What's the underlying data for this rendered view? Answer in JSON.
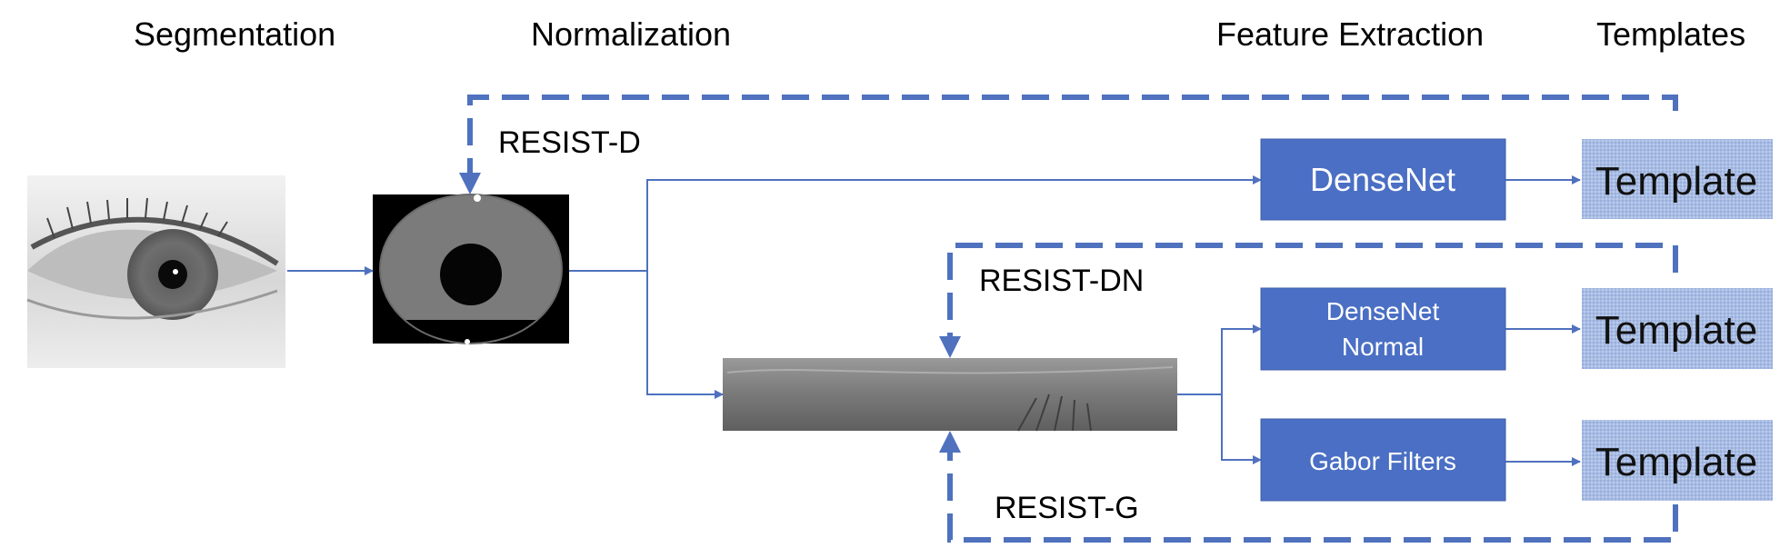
{
  "stages": {
    "segmentation": "Segmentation",
    "normalization": "Normalization",
    "feature_extraction": "Feature Extraction",
    "templates": "Templates"
  },
  "extractors": {
    "densenet": "DenseNet",
    "densenet_normal_line1": "DenseNet",
    "densenet_normal_line2": "Normal",
    "gabor": "Gabor Filters"
  },
  "templates": {
    "t1": "Template",
    "t2": "Template",
    "t3": "Template"
  },
  "feedback": {
    "resist_d": "RESIST-D",
    "resist_dn": "RESIST-DN",
    "resist_g": "RESIST-G"
  },
  "colors": {
    "accent": "#4f71be",
    "box_fill": "#4a6fc4",
    "template_fill": "#a9bde4",
    "line": "#4f71be"
  },
  "icons": {
    "eye_image": "eye-photo-icon",
    "segmented_iris": "segmented-iris-icon",
    "normalized_strip": "normalized-iris-strip-icon"
  }
}
